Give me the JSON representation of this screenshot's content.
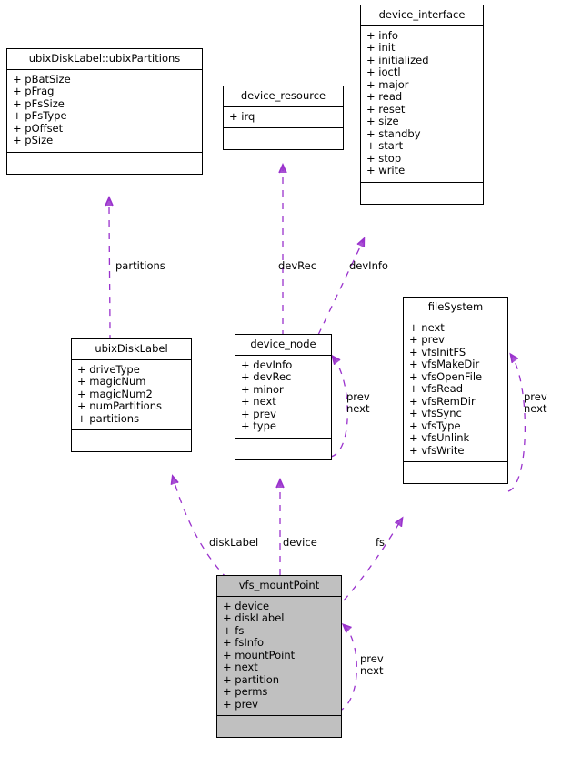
{
  "diagram": {
    "title": "vfs_mountPoint collaboration diagram",
    "colors": {
      "edge": "#9a32cd",
      "box_border": "#000000",
      "box_fill": "#ffffff",
      "highlight_fill": "#c0c0c0",
      "text": "#000000"
    }
  },
  "classes": [
    {
      "id": "ubixPartitions",
      "name": "ubixDiskLabel::ubixPartitions",
      "attributes": [
        "+ pBatSize",
        "+ pFrag",
        "+ pFsSize",
        "+ pFsType",
        "+ pOffset",
        "+ pSize"
      ],
      "operations": [],
      "highlighted": false
    },
    {
      "id": "device_resource",
      "name": "device_resource",
      "attributes": [
        "+ irq"
      ],
      "operations": [],
      "highlighted": false
    },
    {
      "id": "device_interface",
      "name": "device_interface",
      "attributes": [
        "+ info",
        "+ init",
        "+ initialized",
        "+ ioctl",
        "+ major",
        "+ read",
        "+ reset",
        "+ size",
        "+ standby",
        "+ start",
        "+ stop",
        "+ write"
      ],
      "operations": [],
      "highlighted": false
    },
    {
      "id": "ubixDiskLabel",
      "name": "ubixDiskLabel",
      "attributes": [
        "+ driveType",
        "+ magicNum",
        "+ magicNum2",
        "+ numPartitions",
        "+ partitions"
      ],
      "operations": [],
      "highlighted": false
    },
    {
      "id": "device_node",
      "name": "device_node",
      "attributes": [
        "+ devInfo",
        "+ devRec",
        "+ minor",
        "+ next",
        "+ prev",
        "+ type"
      ],
      "operations": [],
      "highlighted": false
    },
    {
      "id": "fileSystem",
      "name": "fileSystem",
      "attributes": [
        "+ next",
        "+ prev",
        "+ vfsInitFS",
        "+ vfsMakeDir",
        "+ vfsOpenFile",
        "+ vfsRead",
        "+ vfsRemDir",
        "+ vfsSync",
        "+ vfsType",
        "+ vfsUnlink",
        "+ vfsWrite"
      ],
      "operations": [],
      "highlighted": false
    },
    {
      "id": "vfs_mountPoint",
      "name": "vfs_mountPoint",
      "attributes": [
        "+ device",
        "+ diskLabel",
        "+ fs",
        "+ fsInfo",
        "+ mountPoint",
        "+ next",
        "+ partition",
        "+ perms",
        "+ prev"
      ],
      "operations": [],
      "highlighted": true
    }
  ],
  "edge_labels": [
    {
      "id": "partitions",
      "text": "partitions"
    },
    {
      "id": "devRec",
      "text": "devRec"
    },
    {
      "id": "devInfo",
      "text": "devInfo"
    },
    {
      "id": "device_node_prevnext",
      "line1": "prev",
      "line2": "next"
    },
    {
      "id": "fileSystem_prevnext",
      "line1": "prev",
      "line2": "next"
    },
    {
      "id": "diskLabel",
      "text": "diskLabel"
    },
    {
      "id": "device",
      "text": "device"
    },
    {
      "id": "fs",
      "text": "fs"
    },
    {
      "id": "mountPoint_prevnext",
      "line1": "prev",
      "line2": "next"
    }
  ]
}
